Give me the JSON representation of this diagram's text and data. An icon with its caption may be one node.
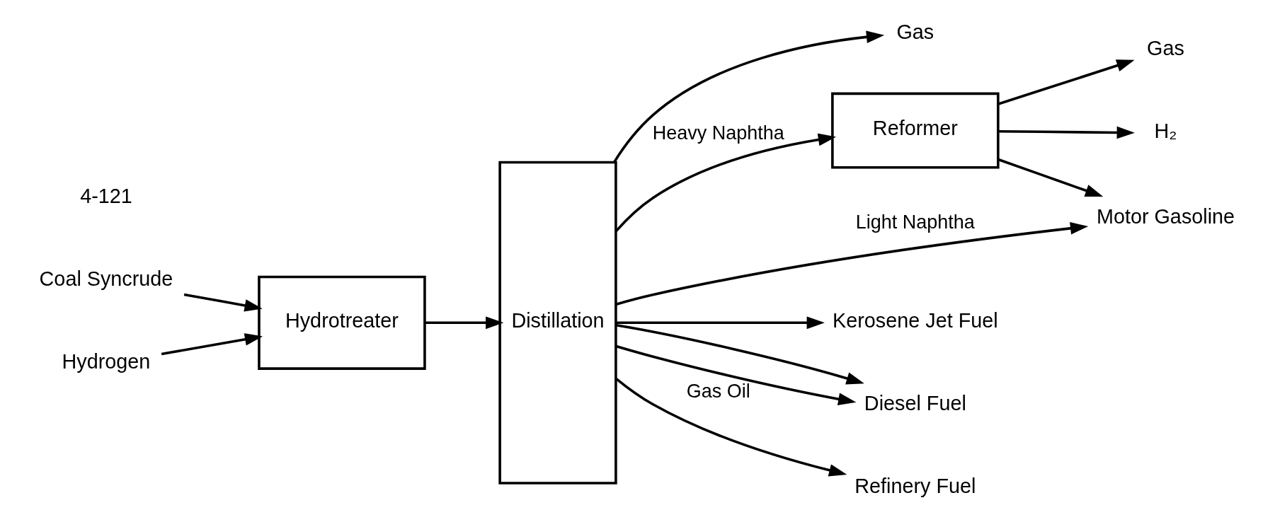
{
  "diagram": {
    "nodes": [
      {
        "text": [
          "Coal Syncrude"
        ]
      },
      {
        "text": [
          "Hydrogen"
        ]
      },
      {
        "text": [
          "Hydrotreater"
        ]
      },
      {
        "text": [
          "Distillation"
        ]
      },
      {
        "text": [
          "Gas"
        ]
      },
      {
        "text": [
          "Reformer"
        ]
      },
      {
        "text": [
          "Gas"
        ]
      },
      {
        "text": [
          "H₂"
        ]
      },
      {
        "text": [
          "Motor Gasoline"
        ]
      },
      {
        "text": [
          "Kerosene Jet Fuel"
        ]
      },
      {
        "text": [
          "Diesel Fuel"
        ]
      },
      {
        "text": [
          "Refinery Fuel"
        ]
      }
    ],
    "edges": [
      {
        "from": 0,
        "to": 2,
        "arrow": "to"
      },
      {
        "from": 1,
        "to": 2,
        "arrow": "to"
      },
      {
        "from": 2,
        "to": 3,
        "arrow": "to"
      },
      {
        "from": 3,
        "to": 4,
        "arrow": "to"
      },
      {
        "from": 3,
        "to": 8,
        "arrow": "to",
        "label": "Light Naphtha"
      },
      {
        "from": 3,
        "to": 5,
        "arrow": "to",
        "label": "Heavy Naphtha"
      },
      {
        "from": 5,
        "to": 6,
        "arrow": "to"
      },
      {
        "from": 5,
        "to": 7,
        "arrow": "to"
      },
      {
        "from": 5,
        "to": 8,
        "arrow": "to"
      },
      {
        "from": 3,
        "to": 9,
        "arrow": "to"
      },
      {
        "from": 3,
        "to": 10,
        "arrow": "to"
      },
      {
        "from": 3,
        "to": 11,
        "arrow": "to",
        "label": "Gas Oil"
      },
      {
        "from": 3,
        "to": 10,
        "arrow": "to"
      }
    ],
    "labels": [
      "4-121"
    ]
  }
}
